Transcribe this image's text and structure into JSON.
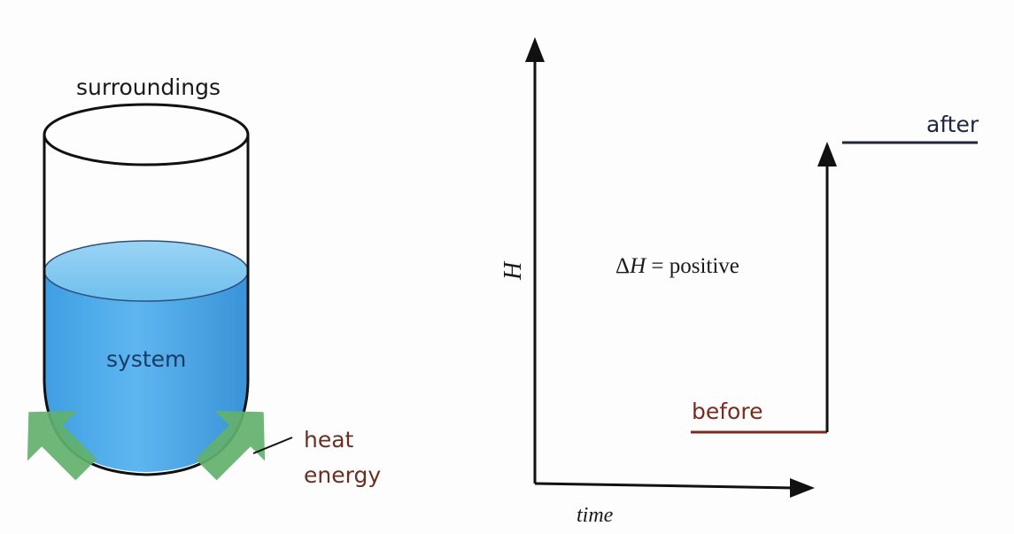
{
  "left_diagram": {
    "surroundings_label": "surroundings",
    "system_label": "system",
    "heat_label_line1": "heat",
    "heat_label_line2": "energy",
    "colors": {
      "liquid": "#4aa8e8",
      "liquid_top": "#8ccdf2",
      "arrow": "#5fae6a",
      "heat_text": "#6b2f22"
    }
  },
  "right_diagram": {
    "y_axis_label": "H",
    "x_axis_label": "time",
    "delta_symbol": "Δ",
    "delta_var": "H",
    "delta_rest": " = positive",
    "before_label": "before",
    "after_label": "after",
    "colors": {
      "before": "#7a2c1e",
      "after": "#1e2540"
    }
  }
}
